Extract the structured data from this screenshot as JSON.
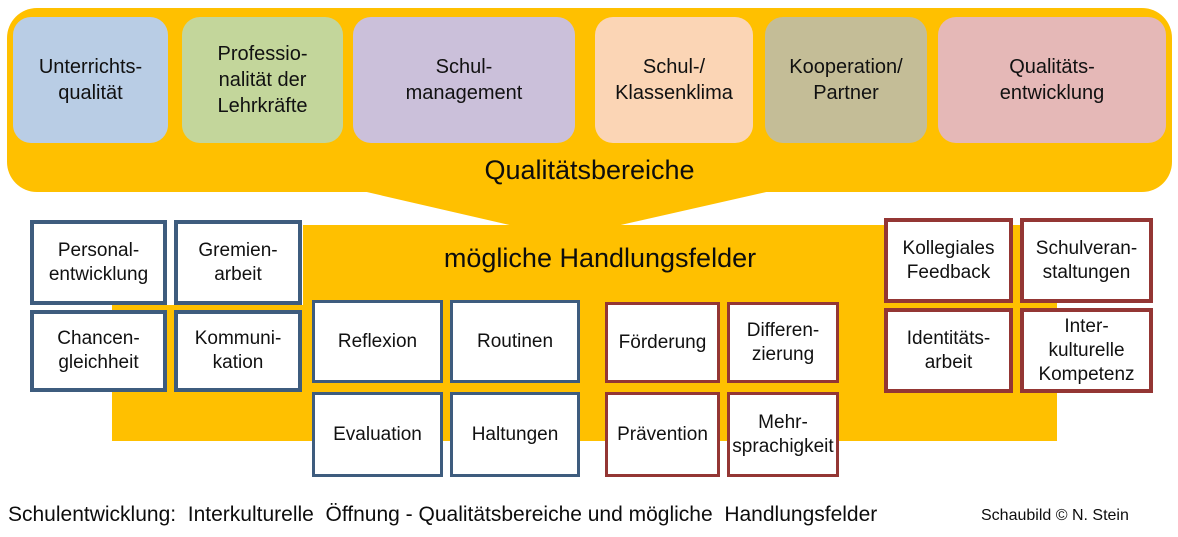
{
  "banner": {
    "title": "Qualitätsbereiche",
    "background_color": "#FFC000",
    "areas": [
      {
        "label": "Unterrichts-\nqualität",
        "color": "#B9CDE5"
      },
      {
        "label": "Professio-\nnalität der\nLehrkräfte",
        "color": "#C3D69B"
      },
      {
        "label": "Schul-\nmanagement",
        "color": "#CBC0DA"
      },
      {
        "label": "Schul-/\nKlassenklima",
        "color": "#FBD5B5"
      },
      {
        "label": "Kooperation/\nPartner",
        "color": "#C4BD97"
      },
      {
        "label": "Qualitäts-\nentwicklung",
        "color": "#E5B8B7"
      }
    ]
  },
  "handlungsfelder": {
    "title": "mögliche Handlungsfelder",
    "background_color": "#FFC000",
    "border_colors": {
      "blue": "#3E5C7E",
      "red": "#943634"
    },
    "left_group": [
      "Personal-\nentwicklung",
      "Gremien-\narbeit",
      "Chancen-\ngleichheit",
      "Kommuni-\nkation"
    ],
    "middle_blue_group": [
      "Reflexion",
      "Routinen",
      "Evaluation",
      "Haltungen"
    ],
    "middle_red_group": [
      "Förderung",
      "Differen-\nzierung",
      "Prävention",
      "Mehr-\nsprachigkeit"
    ],
    "right_group": [
      "Kollegiales\nFeedback",
      "Schulveran-\nstaltungen",
      "Identitäts-\narbeit",
      "Inter-\nkulturelle\nKompetenz"
    ]
  },
  "caption": {
    "text": "Schulentwicklung:  Interkulturelle  Öffnung - Qualitätsbereiche und mögliche  Handlungsfelder",
    "credit": "Schaubild © N. Stein"
  }
}
